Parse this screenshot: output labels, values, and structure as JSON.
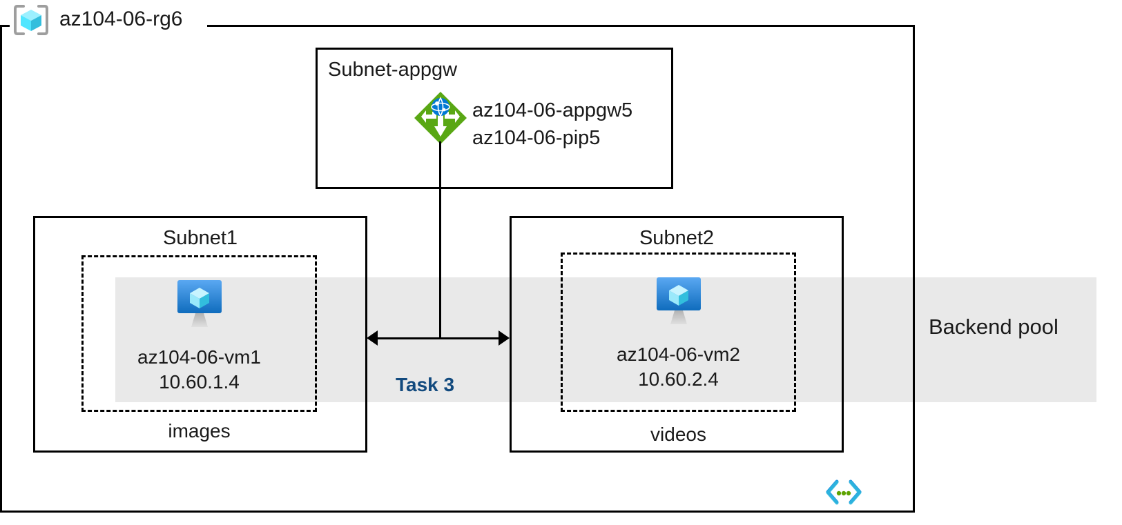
{
  "diagram": {
    "type": "azure-architecture",
    "resource_group": {
      "name": "az104-06-rg6",
      "icon": "resource-group-icon"
    },
    "subnets": [
      {
        "id": "appgw",
        "title": "Subnet-appgw",
        "resources": [
          {
            "icon": "application-gateway-icon",
            "lines": [
              "az104-06-appgw5",
              "az104-06-pip5"
            ]
          }
        ]
      },
      {
        "id": "subnet1",
        "title": "Subnet1",
        "caption": "images",
        "vm": {
          "icon": "virtual-machine-icon",
          "name": "az104-06-vm1",
          "ip": "10.60.1.4"
        }
      },
      {
        "id": "subnet2",
        "title": "Subnet2",
        "caption": "videos",
        "vm": {
          "icon": "virtual-machine-icon",
          "name": "az104-06-vm2",
          "ip": "10.60.2.4"
        }
      }
    ],
    "backend_pool": {
      "label": "Backend pool",
      "band_color": "#e9e9e9"
    },
    "connector": {
      "task_label": "Task 3",
      "task_label_color": "#124a7e",
      "style": "double-headed-arrow"
    },
    "footer_icon": "code-brackets-icon",
    "colors": {
      "appgw_green": "#59a714",
      "appgw_globe_blue": "#0078d4",
      "vm_blue_top": "#4fa3f0",
      "vm_blue_bottom": "#0f6cbd",
      "cube_cyan": "#50e6ff",
      "rg_bracket_gray": "#9e9e9e",
      "band_gray": "#e9e9e9",
      "line_black": "#000000",
      "code_cyan": "#32bedd",
      "code_blue": "#1f8fe0",
      "code_green": "#5ea300"
    }
  }
}
